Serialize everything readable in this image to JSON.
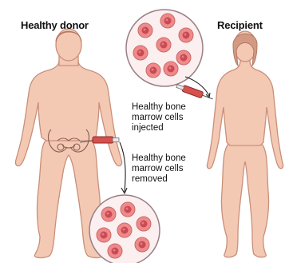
{
  "labels": {
    "donor": "Healthy donor",
    "recipient": "Recipient",
    "injected": [
      "Healthy bone",
      "marrow cells",
      "injected"
    ],
    "removed": [
      "Healthy bone",
      "marrow cells",
      "removed"
    ]
  },
  "colors": {
    "skin": "#f4c9b4",
    "skin_stroke": "#c98f7a",
    "cell_fill": "#f08a8a",
    "cell_nucleus": "#c74a55",
    "circle_fill": "#fbeff0",
    "circle_stroke": "#9a7f85",
    "syringe": "#d6504c"
  }
}
